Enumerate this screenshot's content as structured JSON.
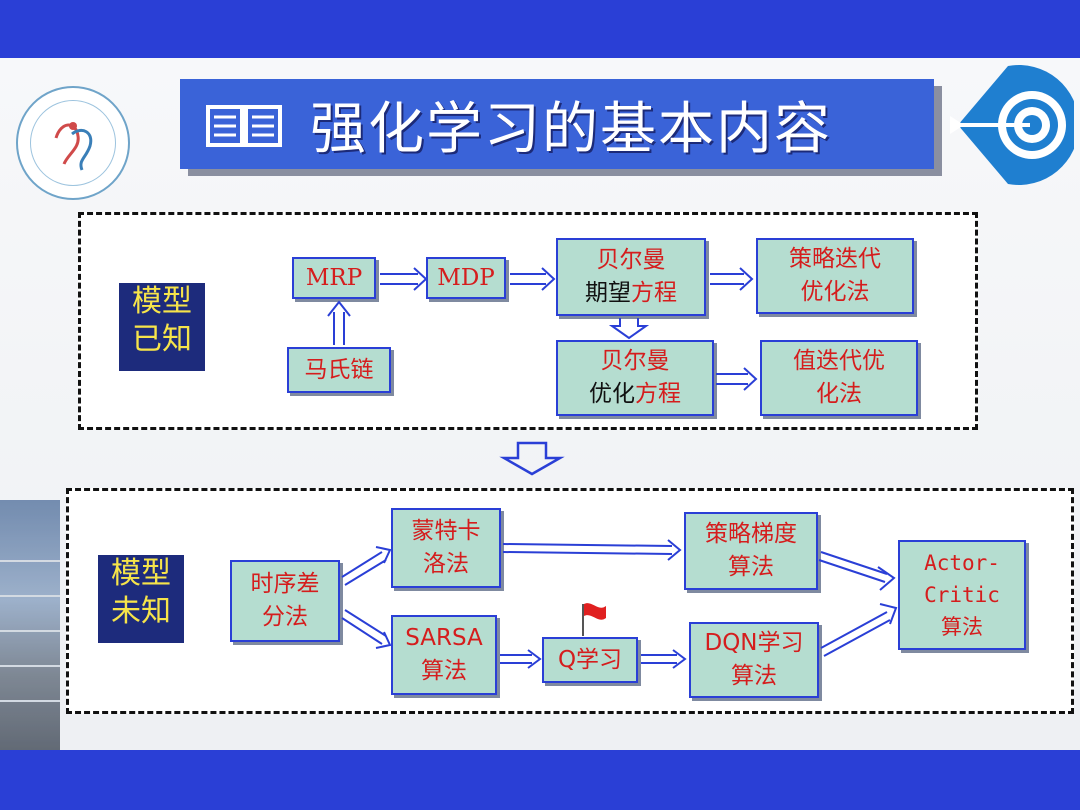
{
  "title": "强化学习的基本内容",
  "colors": {
    "band": "#2a3fd6",
    "title_bg": "#3a63d8",
    "node_fill": "#b5ddd0",
    "node_text": "#d51d1d",
    "label_bg": "#1d2b7c",
    "label_text": "#f6e44a"
  },
  "icons": [
    "book-icon",
    "target-arrow-icon",
    "flag-icon",
    "school-logo",
    "down-arrow-icon"
  ],
  "panels": {
    "known": {
      "label": "模型\n已知",
      "nodes": {
        "mrp": "MRP",
        "mdp": "MDP",
        "markov": "马氏链",
        "bellman_expect_top": "贝尔曼",
        "bellman_expect_mid": "期望",
        "bellman_expect_end": "方程",
        "bellman_opt_top": "贝尔曼",
        "bellman_opt_mid": "优化",
        "bellman_opt_end": "方程",
        "policy_iter": "策略迭代\n优化法",
        "value_iter": "值迭代优\n化法"
      }
    },
    "unknown": {
      "label": "模型\n未知",
      "nodes": {
        "td": "时序差\n分法",
        "mc": "蒙特卡\n洛法",
        "sarsa": "SARSA\n算法",
        "qlearn": "Q学习",
        "pg": "策略梯度\n算法",
        "dqn": "DQN学习\n算法",
        "ac": "Actor-\nCritic\n算法"
      }
    }
  }
}
